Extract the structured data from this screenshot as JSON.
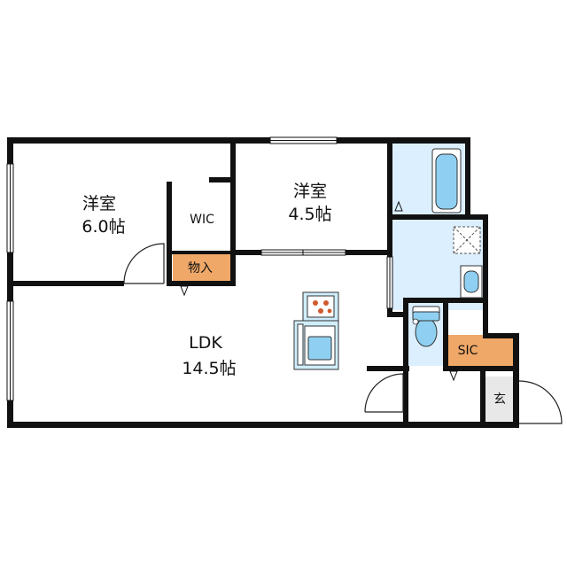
{
  "rooms": {
    "western_6": {
      "name": "洋室",
      "size": "6.0帖"
    },
    "wic": {
      "name": "WIC"
    },
    "storage": {
      "name": "物入"
    },
    "western_45": {
      "name": "洋室",
      "size": "4.5帖"
    },
    "ldk": {
      "name": "LDK",
      "size": "14.5帖"
    },
    "sic": {
      "name": "SIC"
    },
    "entrance": {
      "name": "玄"
    }
  },
  "colors": {
    "wall": "#111111",
    "wet_area": "#dcefff",
    "fixture": "#8fd0f2",
    "storage": "#f0a868",
    "entrance_floor": "#e8e8e8",
    "counter": "#cfeefc"
  }
}
